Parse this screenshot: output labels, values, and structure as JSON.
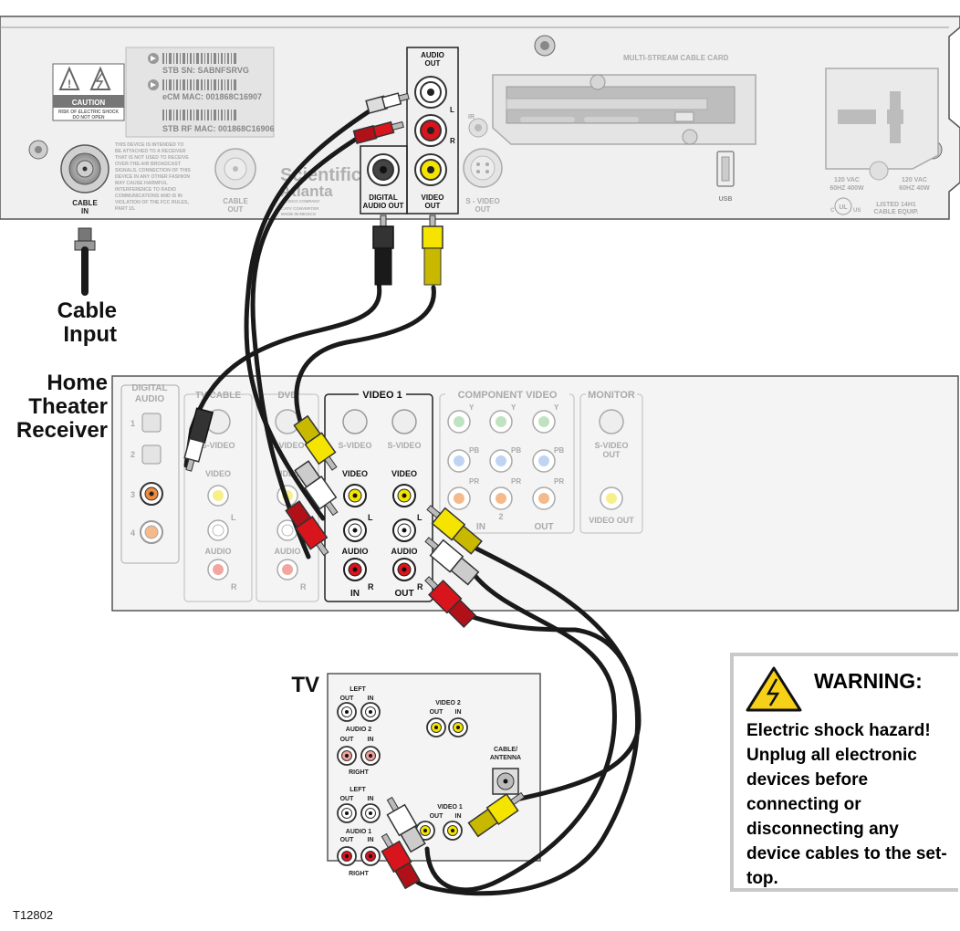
{
  "stb": {
    "caution": {
      "title": "CAUTION",
      "line1": "RISK OF ELECTRIC SHOCK",
      "line2": "DO NOT OPEN"
    },
    "serials": [
      "STB SN:  SABNFSRVG",
      "eCM MAC:  001868C16907",
      "STB RF MAC:  001868C16906"
    ],
    "notice": [
      "THIS DEVICE IS INTENDED TO",
      "BE ATTACHED TO A RECEIVER",
      "THAT IS NOT USED TO RECEIVE",
      "OVER-THE-AIR BROADCAST",
      "SIGNALS. CONNECTION OF THIS",
      "DEVICE IN ANY OTHER FASHION",
      "MAY CAUSE HARMFUL",
      "INTERFERENCE TO RADIO",
      "COMMUNICATIONS AND IS IN",
      "VIOLATION OF THE FCC RULES,",
      "PART 15."
    ],
    "cable_in": [
      "CABLE",
      "IN"
    ],
    "cable_out": [
      "CABLE",
      "OUT"
    ],
    "brand": [
      "Scientific",
      "Atlanta"
    ],
    "brand_sub": [
      "A CISCO COMPANY",
      "CATV CONVERTER",
      "MADE IN MEXICO"
    ],
    "audio_out": [
      "AUDIO",
      "OUT"
    ],
    "audio_l": "L",
    "audio_r": "R",
    "digital_audio_out": [
      "DIGITAL",
      "AUDIO OUT"
    ],
    "video_out": [
      "VIDEO",
      "OUT"
    ],
    "ir": "IR",
    "svideo_out": [
      "S - VIDEO",
      "OUT"
    ],
    "cablecard": "MULTI-STREAM CABLE CARD",
    "usb": "USB",
    "power1": [
      "120 VAC",
      "60HZ 400W"
    ],
    "power2": [
      "120 VAC",
      "60HZ 40W"
    ],
    "listed": [
      "LISTED 14H1",
      "CABLE EQUIP."
    ],
    "ul": "UL",
    "ul_c": "C",
    "ul_us": "US"
  },
  "labels": {
    "cable_input": [
      "Cable",
      "Input"
    ],
    "receiver": [
      "Home",
      "Theater",
      "Receiver"
    ],
    "tv": "TV",
    "code": "T12802"
  },
  "receiver": {
    "digital_audio": [
      "DIGITAL",
      "AUDIO"
    ],
    "digital_nums": [
      "1",
      "2",
      "3",
      "4"
    ],
    "tv_cable": "TV/CABLE",
    "dvd": "DVD",
    "video1": "VIDEO 1",
    "component_video": "COMPONENT VIDEO",
    "monitor": "MONITOR",
    "svideo": "S-VIDEO",
    "video": "VIDEO",
    "audio": "AUDIO",
    "l": "L",
    "r": "R",
    "in": "IN",
    "out": "OUT",
    "y": "Y",
    "pb": "PB",
    "pr": "PR",
    "comp_2": "2",
    "svideo_out": [
      "S-VIDEO",
      "OUT"
    ],
    "video_out": "VIDEO OUT"
  },
  "tv": {
    "left": "LEFT",
    "out": "OUT",
    "in": "IN",
    "audio2": "AUDIO 2",
    "right": "RIGHT",
    "video2": "VIDEO 2",
    "cable_antenna": [
      "CABLE/",
      "ANTENNA"
    ],
    "video1": "VIDEO 1",
    "audio1": "AUDIO 1"
  },
  "warning": {
    "title": "WARNING:",
    "text": "Electric shock hazard! Unplug all electronic devices before connecting or disconnecting any device cables to the set-top."
  },
  "colors": {
    "panel": "#f0f0f0",
    "panel_border": "#606060",
    "yellow": "#f4e400",
    "red": "#d8141c",
    "white": "#ffffff",
    "black": "#1a1a1a",
    "green": "#7bc47f",
    "blue": "#7aa7e0",
    "orange": "#f08a3c"
  }
}
